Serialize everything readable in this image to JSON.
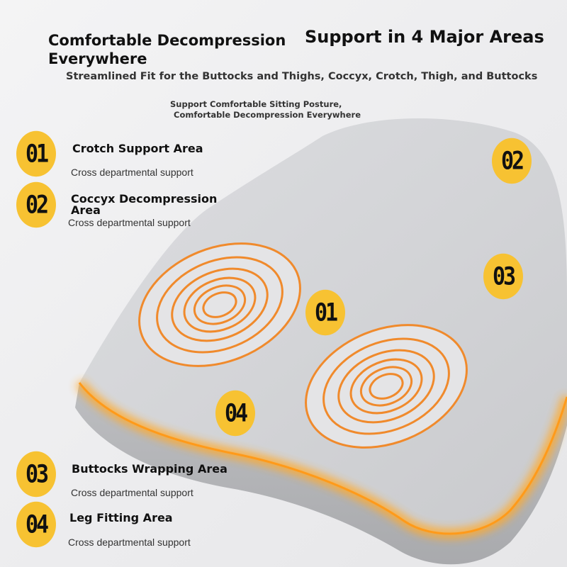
{
  "header": {
    "title_left": "Comfortable Decompression Everywhere",
    "title_right": "Support in 4 Major Areas",
    "subtitle": "Streamlined Fit for the Buttocks and Thighs, Coccyx, Crotch, Thigh, and Buttocks",
    "tagline_line1": "Support Comfortable Sitting Posture,",
    "tagline_line2": "Comfortable Decompression Everywhere"
  },
  "features": [
    {
      "number": "01",
      "title": "Crotch Support Area",
      "subtitle": "Cross departmental support"
    },
    {
      "number": "02",
      "title": "Coccyx Decompression Area",
      "subtitle": "Cross departmental support"
    },
    {
      "number": "03",
      "title": "Buttocks Wrapping Area",
      "subtitle": "Cross departmental support"
    },
    {
      "number": "04",
      "title": "Leg Fitting Area",
      "subtitle": "Cross departmental support"
    }
  ],
  "cushion_markers": [
    "01",
    "02",
    "03",
    "04"
  ],
  "colors": {
    "badge": "#f7c232",
    "ring": "#f08a2c",
    "glow": "#ffab2e",
    "cushion": "#cfd0d3"
  }
}
